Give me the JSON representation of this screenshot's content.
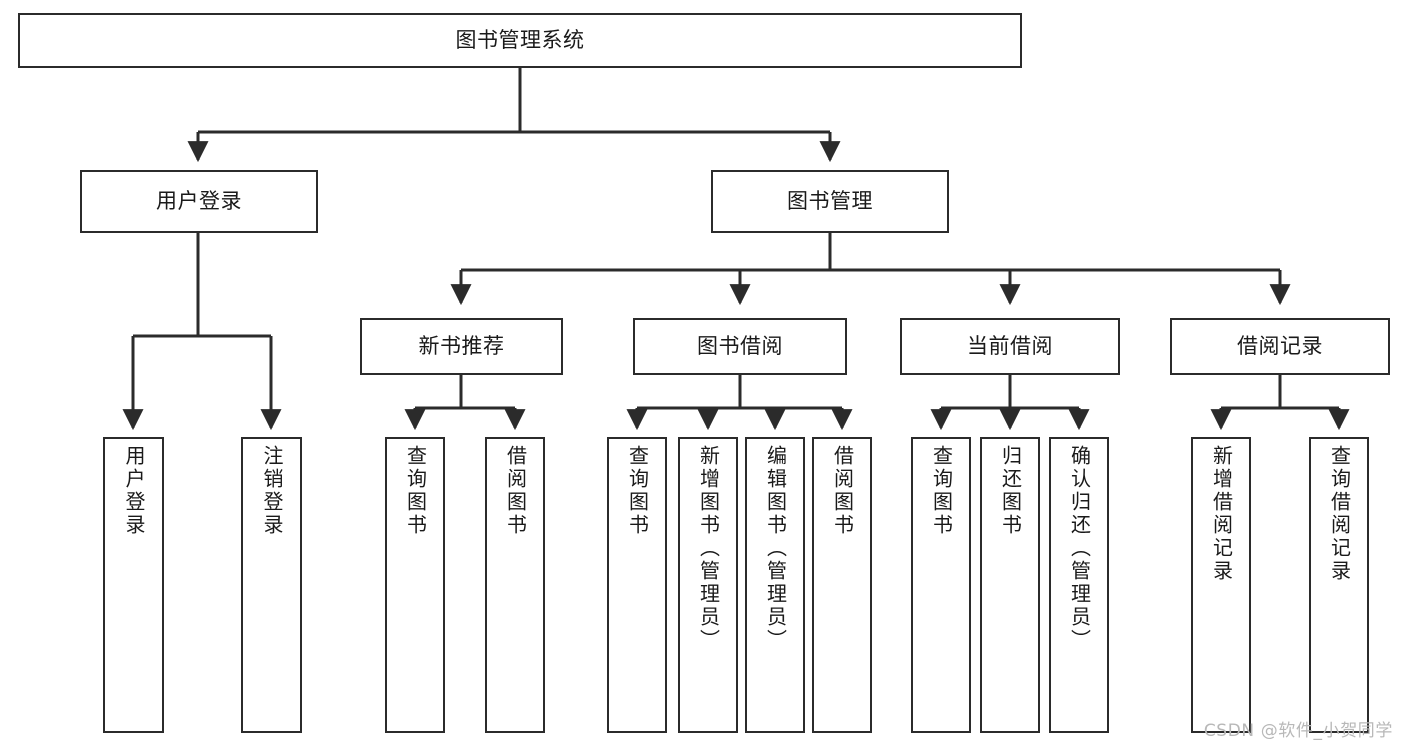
{
  "diagram": {
    "type": "tree-hierarchy-chart",
    "title_text": "图书管理系统",
    "watermark": "CSDN @软件_小贺同学",
    "colors": {
      "box_border": "#2b2b2b",
      "box_fill": "#ffffff",
      "connector": "#2b2b2b",
      "text": "#1a1a1a",
      "watermark": "#b8b8b8",
      "background": "#ffffff"
    },
    "nodes": {
      "root": {
        "label": "图书管理系统",
        "level": 0,
        "orientation": "horizontal"
      },
      "l1": [
        {
          "id": "user-login",
          "label": "用户登录",
          "level": 1,
          "orientation": "horizontal"
        },
        {
          "id": "book-manage",
          "label": "图书管理",
          "level": 1,
          "orientation": "horizontal"
        }
      ],
      "l2": [
        {
          "id": "new-book-recommend",
          "label": "新书推荐",
          "level": 2,
          "orientation": "horizontal"
        },
        {
          "id": "book-borrow",
          "label": "图书借阅",
          "level": 2,
          "orientation": "horizontal"
        },
        {
          "id": "current-borrow",
          "label": "当前借阅",
          "level": 2,
          "orientation": "horizontal"
        },
        {
          "id": "borrow-record",
          "label": "借阅记录",
          "level": 2,
          "orientation": "horizontal"
        }
      ],
      "leaves": {
        "user_login": [
          {
            "id": "leaf-user-login",
            "label": "用户登录"
          },
          {
            "id": "leaf-logout-login",
            "label": "注销登录"
          }
        ],
        "new_book_recommend": [
          {
            "id": "leaf-query-book-1",
            "label": "查询图书"
          },
          {
            "id": "leaf-borrow-book-1",
            "label": "借阅图书"
          }
        ],
        "book_borrow": [
          {
            "id": "leaf-query-book-2",
            "label": "查询图书"
          },
          {
            "id": "leaf-add-book",
            "label": "新增图书（管理员）"
          },
          {
            "id": "leaf-edit-book",
            "label": "编辑图书（管理员）"
          },
          {
            "id": "leaf-borrow-book-2",
            "label": "借阅图书"
          }
        ],
        "current_borrow": [
          {
            "id": "leaf-query-book-3",
            "label": "查询图书"
          },
          {
            "id": "leaf-return-book",
            "label": "归还图书"
          },
          {
            "id": "leaf-confirm-return",
            "label": "确认归还（管理员）"
          }
        ],
        "borrow_record": [
          {
            "id": "leaf-add-borrow-record",
            "label": "新增借阅记录"
          },
          {
            "id": "leaf-query-borrow-record",
            "label": "查询借阅记录"
          }
        ]
      }
    }
  }
}
